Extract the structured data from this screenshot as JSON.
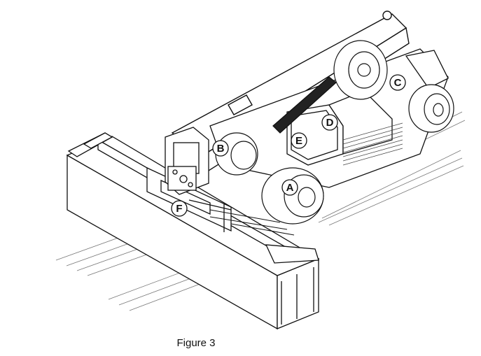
{
  "caption": "Figure 3",
  "callouts": [
    {
      "id": "A",
      "label": "A"
    },
    {
      "id": "B",
      "label": "B"
    },
    {
      "id": "C",
      "label": "C"
    },
    {
      "id": "D",
      "label": "D"
    },
    {
      "id": "E",
      "label": "E"
    },
    {
      "id": "F",
      "label": "F"
    }
  ]
}
